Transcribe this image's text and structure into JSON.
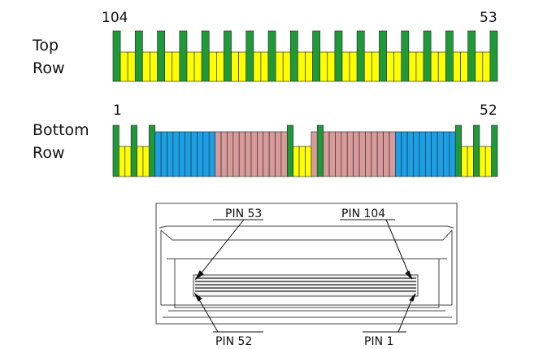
{
  "rows": {
    "top": {
      "label_line1": "Top",
      "label_line2": "Row",
      "start_pin": "104",
      "end_pin": "53"
    },
    "bottom": {
      "label_line1": "Bottom",
      "label_line2": "Row",
      "start_pin": "1",
      "end_pin": "52"
    }
  },
  "colors": {
    "ground": "#1e9a3a",
    "signal": "#ffff00",
    "lane_blue": "#1aa0e6",
    "lane_pink": "#d99a9a",
    "outline": "#333333"
  },
  "pin_types": {
    "top": [
      "G",
      "S",
      "S",
      "G",
      "S",
      "S",
      "G",
      "S",
      "S",
      "G",
      "S",
      "S",
      "G",
      "S",
      "S",
      "G",
      "S",
      "S",
      "G",
      "S",
      "S",
      "G",
      "S",
      "S",
      "G",
      "S",
      "S",
      "G",
      "S",
      "S",
      "G",
      "S",
      "S",
      "G",
      "S",
      "S",
      "G",
      "S",
      "S",
      "G",
      "S",
      "S",
      "G",
      "S",
      "S",
      "G",
      "S",
      "S",
      "G",
      "S",
      "S",
      "G"
    ],
    "bottom": [
      "G",
      "S",
      "S",
      "G",
      "S",
      "S",
      "G",
      "B",
      "B",
      "B",
      "B",
      "B",
      "B",
      "B",
      "B",
      "B",
      "B",
      "P",
      "P",
      "P",
      "P",
      "P",
      "P",
      "P",
      "P",
      "P",
      "P",
      "P",
      "P",
      "G",
      "S",
      "S",
      "S",
      "P",
      "G",
      "P",
      "P",
      "P",
      "P",
      "P",
      "P",
      "P",
      "P",
      "P",
      "P",
      "P",
      "P",
      "B",
      "B",
      "B",
      "B",
      "B",
      "B",
      "B",
      "B",
      "B",
      "B",
      "G",
      "S",
      "S",
      "G",
      "S",
      "S",
      "G"
    ]
  },
  "drawing": {
    "callouts": {
      "pin53": "PIN 53",
      "pin104": "PIN 104",
      "pin52": "PIN 52",
      "pin1": "PIN 1"
    }
  }
}
